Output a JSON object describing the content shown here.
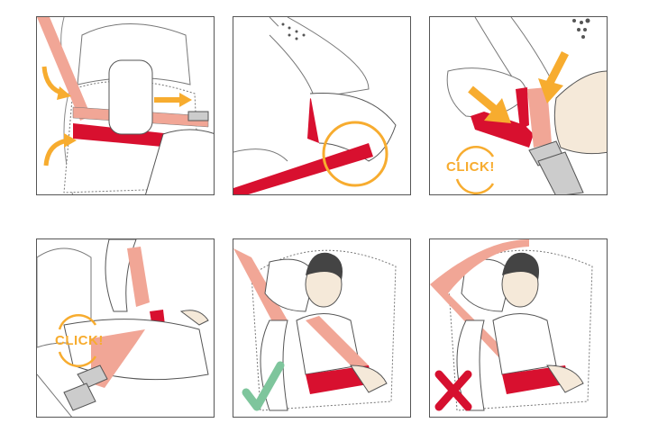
{
  "colors": {
    "arrow": "#F7AC2F",
    "belt_lap": "#D8102F",
    "belt_shoulder": "#F1A696",
    "buckle": "#D4D4D4",
    "correct": "#7EC59C",
    "incorrect": "#D6102F",
    "outline": "#555555"
  },
  "steps": [
    {
      "icon": "belt-routing-under-armrests"
    },
    {
      "icon": "lap-belt-under-armrest-detail"
    },
    {
      "icon": "buckle-belt",
      "label": "CLICK!"
    },
    {
      "icon": "buckle-belt-side",
      "label": "CLICK!"
    },
    {
      "icon": "correct-belt-position",
      "status": "correct"
    },
    {
      "icon": "incorrect-belt-position",
      "status": "incorrect"
    }
  ]
}
